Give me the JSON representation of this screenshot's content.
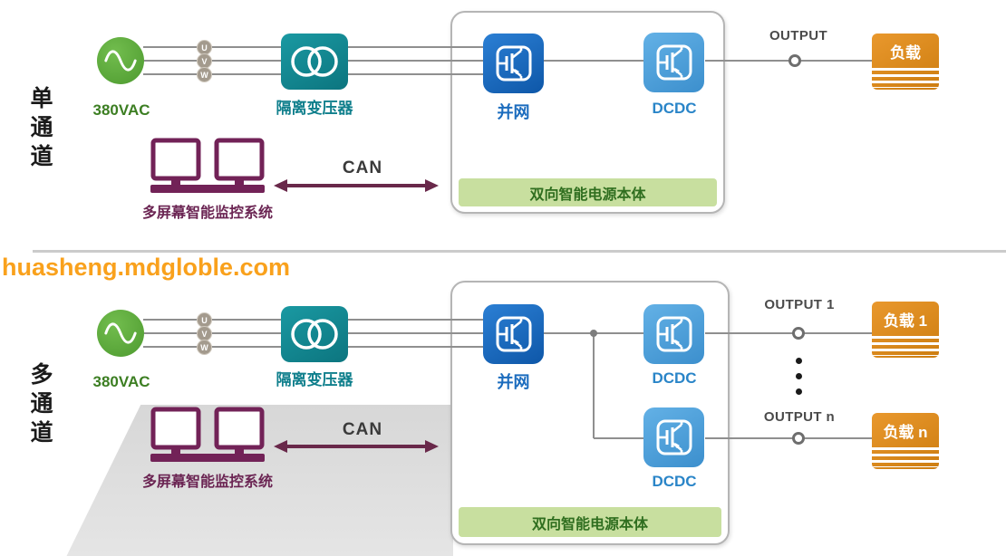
{
  "watermark": "huasheng.mdgloble.com",
  "colors": {
    "source_green": "#55a035",
    "source_text_green": "#3c7e22",
    "transformer_teal": "#128a94",
    "inverter_blue": "#1261b4",
    "dcdc_blue": "#4a9fd8",
    "load_orange": "#db8c1c",
    "monitor_purple": "#722257",
    "can_arrow_maroon": "#69284a",
    "power_strip_green": "#c8df9f",
    "power_strip_text": "#2f6e1f",
    "watermark_orange": "#f9a11c",
    "line_gray": "#8f8f8f"
  },
  "icons": {
    "ac_source": "sine-wave-circle",
    "transformer": "dual-coil-circles",
    "converter": "igbt-symbol",
    "load": "striped-box",
    "monitor": "dual-monitors",
    "can_link": "double-headed-arrow",
    "connector": "circle-node",
    "ellipsis": "vertical-dots"
  },
  "single": {
    "channel": "单通道",
    "source": "380VAC",
    "phases": [
      "U",
      "V",
      "W"
    ],
    "transformer": "隔离变压器",
    "grid_inverter": "并网",
    "dcdc": "DCDC",
    "output": "OUTPUT",
    "load": "负载",
    "can": "CAN",
    "monitor": "多屏幕智能监控系统",
    "power_unit": "双向智能电源本体"
  },
  "multi": {
    "channel": "多通道",
    "source": "380VAC",
    "phases": [
      "U",
      "V",
      "W"
    ],
    "transformer": "隔离变压器",
    "grid_inverter": "并网",
    "dcdc_1": "DCDC",
    "dcdc_n": "DCDC",
    "output_1": "OUTPUT 1",
    "output_n": "OUTPUT n",
    "load_1": "负载 1",
    "load_n": "负载 n",
    "can": "CAN",
    "monitor": "多屏幕智能监控系统",
    "power_unit": "双向智能电源本体"
  }
}
